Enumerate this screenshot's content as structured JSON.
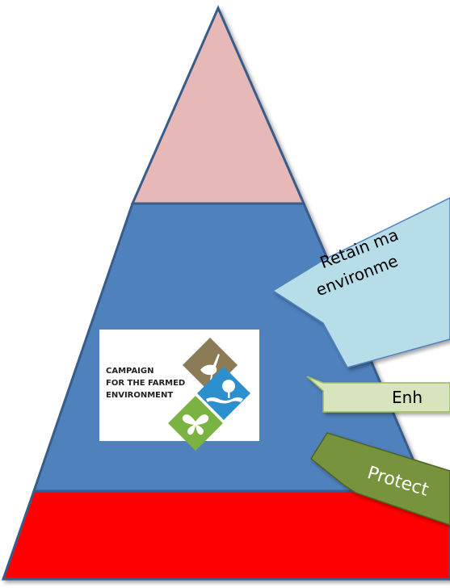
{
  "pyramid": {
    "colors": {
      "top": "#e6b8b8",
      "middle": "#4f81bd",
      "bottom": "#ff0000",
      "outline": "#385d8a"
    }
  },
  "logo": {
    "line1": "Campaign",
    "line2": "For the farmed",
    "line3": "Environment",
    "tile_colors": [
      "#8b7b56",
      "#2c8fce",
      "#7ab341"
    ]
  },
  "callouts": [
    {
      "text": "Retain ma",
      "text2": "environme",
      "color": "#b7dde8"
    },
    {
      "text": "Enh",
      "color": "#d7e4bd"
    },
    {
      "text": "Protect",
      "color": "#77933c"
    }
  ]
}
